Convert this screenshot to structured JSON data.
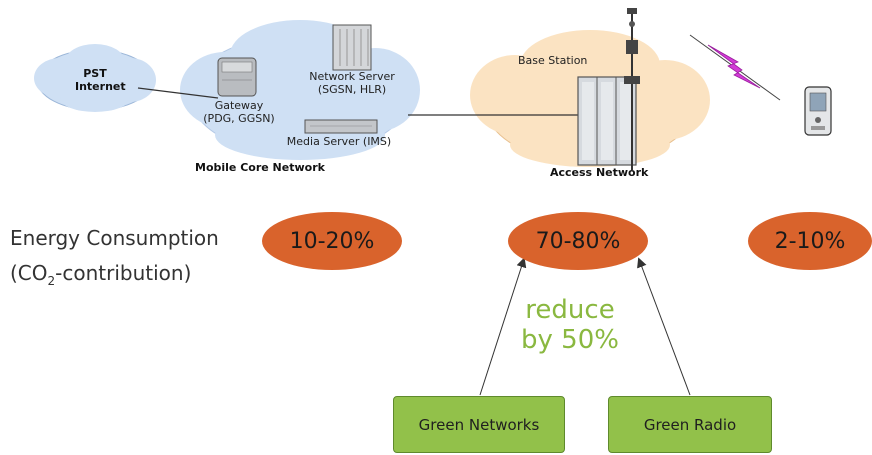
{
  "core": {
    "pst_line1": "PST",
    "pst_line2": "Internet",
    "gateway_line1": "Gateway",
    "gateway_line2": "(PDG, GGSN)",
    "network_server_line1": "Network Server",
    "network_server_line2": "(SGSN, HLR)",
    "media_server": "Media Server (IMS)",
    "caption": "Mobile Core Network"
  },
  "access": {
    "base_station": "Base Station",
    "caption": "Access Network"
  },
  "energy": {
    "label_line1": "Energy Consumption",
    "label_co": "(CO",
    "label_sub": "2",
    "label_rest": "-contribution)",
    "core_value": "10-20%",
    "access_value": "70-80%",
    "device_value": "2-10%"
  },
  "reduce": {
    "line1": "reduce",
    "line2": "by 50%"
  },
  "boxes": {
    "green_networks": "Green Networks",
    "green_radio": "Green Radio"
  },
  "colors": {
    "oval": "#d9632c",
    "green_box": "#92c14a",
    "reduce_text": "#8ab840",
    "cloud": "#cfe0f4",
    "access_cloud": "#fbe3c2"
  }
}
